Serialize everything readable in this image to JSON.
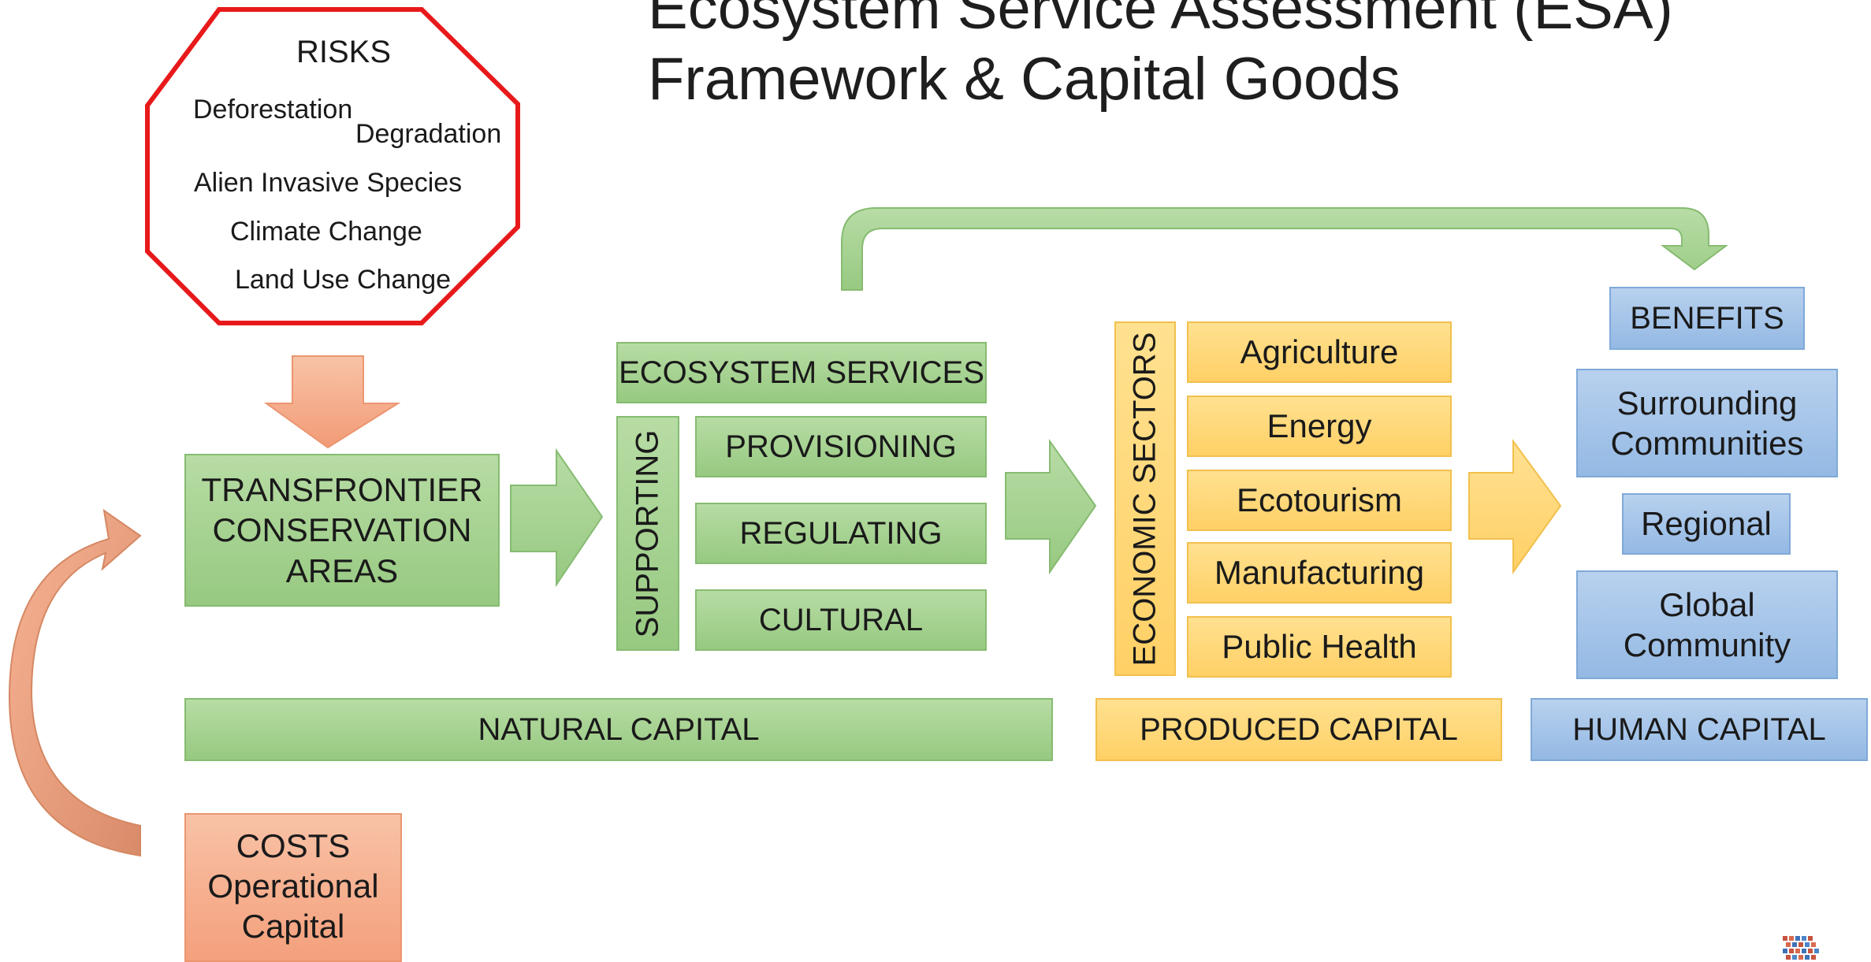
{
  "title": {
    "line1": "Ecosystem Service Assessment (ESA)",
    "line2": "Framework & Capital Goods"
  },
  "risks": {
    "heading": "RISKS",
    "items": [
      "Deforestation",
      "Degradation",
      "Alien Invasive Species",
      "Climate Change",
      "Land Use Change"
    ]
  },
  "tfca": {
    "line1": "TRANSFRONTIER",
    "line2": "CONSERVATION",
    "line3": "AREAS"
  },
  "ecosystem_services": {
    "heading": "ECOSYSTEM SERVICES",
    "supporting": "SUPPORTING",
    "items": [
      "PROVISIONING",
      "REGULATING",
      "CULTURAL"
    ]
  },
  "economic_sectors": {
    "heading": "ECONOMIC SECTORS",
    "items": [
      "Agriculture",
      "Energy",
      "Ecotourism",
      "Manufacturing",
      "Public Health"
    ]
  },
  "benefits": {
    "heading": "BENEFITS",
    "surrounding": {
      "line1": "Surrounding",
      "line2": "Communities"
    },
    "regional": "Regional",
    "global": {
      "line1": "Global",
      "line2": "Community"
    }
  },
  "capitals": {
    "natural": "NATURAL CAPITAL",
    "produced": "PRODUCED CAPITAL",
    "human": "HUMAN CAPITAL"
  },
  "costs": {
    "line1": "COSTS",
    "line2": "Operational",
    "line3": "Capital"
  },
  "colors": {
    "green": "#a5d18e",
    "orange": "#ffd76f",
    "blue": "#a6c5ea",
    "salmon": "#f5ab88",
    "risk_border": "#e8191a"
  }
}
